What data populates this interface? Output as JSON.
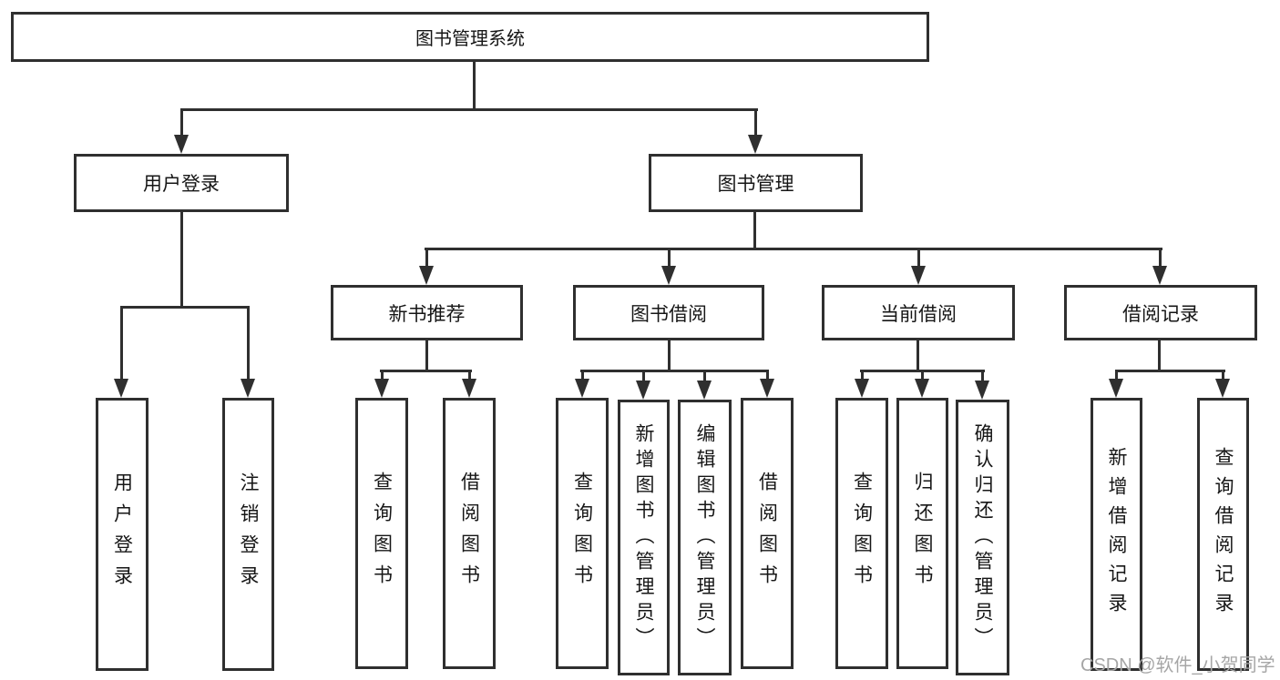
{
  "diagram": {
    "root": {
      "label": "图书管理系统"
    },
    "user_login": {
      "label": "用户登录",
      "children": [
        {
          "label": "用户登录"
        },
        {
          "label": "注销登录"
        }
      ]
    },
    "book_management": {
      "label": "图书管理",
      "sections": [
        {
          "label": "新书推荐",
          "children": [
            {
              "label": "查询图书"
            },
            {
              "label": "借阅图书"
            }
          ]
        },
        {
          "label": "图书借阅",
          "children": [
            {
              "label": "查询图书"
            },
            {
              "label": "新增图书（管理员）"
            },
            {
              "label": "编辑图书（管理员）"
            },
            {
              "label": "借阅图书"
            }
          ]
        },
        {
          "label": "当前借阅",
          "children": [
            {
              "label": "查询图书"
            },
            {
              "label": "归还图书"
            },
            {
              "label": "确认归还（管理员）"
            }
          ]
        },
        {
          "label": "借阅记录",
          "children": [
            {
              "label": "新增借阅记录"
            },
            {
              "label": "查询借阅记录"
            }
          ]
        }
      ]
    }
  },
  "colors": {
    "line": "#2f2f2f",
    "watermark": "#a6a6a6"
  },
  "watermark": {
    "text": "CSDN @软件_小贺同学"
  }
}
